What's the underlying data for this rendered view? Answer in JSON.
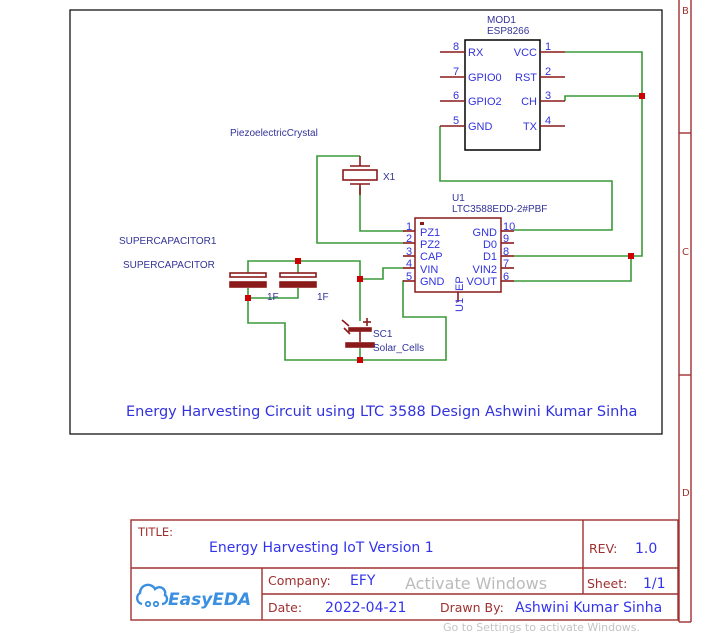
{
  "colors": {
    "wire": "#3a9a3a",
    "pin": "#8b1a1a",
    "junction": "#cc0000",
    "text": "#3333dd",
    "title_block": "#a03030"
  },
  "zones": [
    "B",
    "C",
    "D"
  ],
  "mod1": {
    "ref": "MOD1",
    "value": "ESP8266",
    "left_pins": [
      {
        "num": "8",
        "name": "RX"
      },
      {
        "num": "7",
        "name": "GPIO0"
      },
      {
        "num": "6",
        "name": "GPIO2"
      },
      {
        "num": "5",
        "name": "GND"
      }
    ],
    "right_pins": [
      {
        "num": "1",
        "name": "VCC"
      },
      {
        "num": "2",
        "name": "RST"
      },
      {
        "num": "3",
        "name": "CH"
      },
      {
        "num": "4",
        "name": "TX"
      }
    ]
  },
  "u1": {
    "ref": "U1",
    "value": "LTC3588EDD-2#PBF",
    "ep_label": "EP",
    "rotated_ref": "U1",
    "left_pins": [
      {
        "num": "1",
        "name": "PZ1"
      },
      {
        "num": "2",
        "name": "PZ2"
      },
      {
        "num": "3",
        "name": "CAP"
      },
      {
        "num": "4",
        "name": "VIN"
      },
      {
        "num": "5",
        "name": "GND"
      }
    ],
    "right_pins": [
      {
        "num": "10",
        "name": "GND"
      },
      {
        "num": "9",
        "name": "D0"
      },
      {
        "num": "8",
        "name": "D1"
      },
      {
        "num": "7",
        "name": "VIN2"
      },
      {
        "num": "6",
        "name": "VOUT"
      }
    ]
  },
  "x1": {
    "ref": "X1",
    "label": "PiezoelectricCrystal"
  },
  "supercap": {
    "label1": "SUPERCAPACITOR1",
    "label2": "SUPERCAPACITOR",
    "c1_value": "1F",
    "c2_value": "1F"
  },
  "sc1": {
    "ref": "SC1",
    "value": "Solar_Cells"
  },
  "caption": "Energy Harvesting Circuit using LTC 3588 Design Ashwini Kumar Sinha",
  "title_block": {
    "title_label": "TITLE:",
    "title": "Energy Harvesting IoT Version 1",
    "rev_label": "REV:",
    "rev": "1.0",
    "company_label": "Company:",
    "company": "EFY",
    "sheet_label": "Sheet:",
    "sheet": "1/1",
    "date_label": "Date:",
    "date": "2022-04-21",
    "drawn_label": "Drawn By:",
    "drawn_by": "Ashwini Kumar Sinha",
    "logo": "EasyEDA"
  },
  "watermark": {
    "line1": "Activate Windows",
    "line2": "Go to Settings to activate Windows."
  }
}
